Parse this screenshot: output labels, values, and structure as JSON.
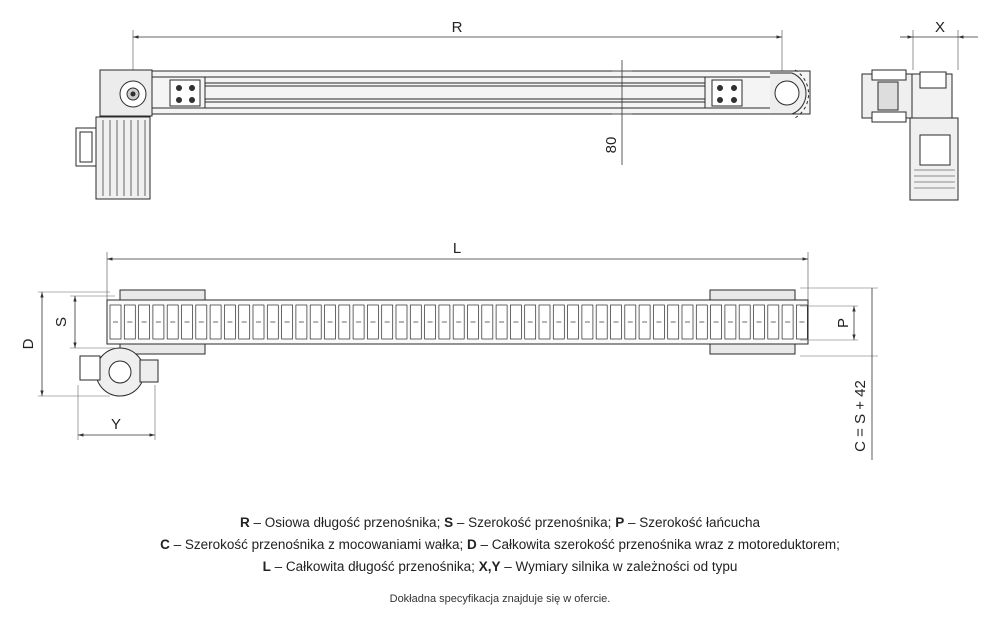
{
  "dimensions": {
    "R": "R",
    "X": "X",
    "height": "80",
    "L": "L",
    "D": "D",
    "S": "S",
    "P": "P",
    "Y": "Y",
    "C": "C = S + 42"
  },
  "legend": {
    "line1": [
      {
        "key": "R",
        "text": " – Osiowa długość przenośnika; "
      },
      {
        "key": "S",
        "text": " – Szerokość przenośnika; "
      },
      {
        "key": "P",
        "text": " – Szerokość łańcucha"
      }
    ],
    "line2": [
      {
        "key": "C",
        "text": " – Szerokość przenośnika z mocowaniami wałka; "
      },
      {
        "key": "D",
        "text": " – Całkowita szerokość przenośnika wraz z motoreduktorem;"
      }
    ],
    "line3": [
      {
        "key": "L",
        "text": " – Całkowita długość przenośnika; "
      },
      {
        "key": "X,Y",
        "text": " – Wymiary silnika w zależności od typu"
      }
    ]
  },
  "note": "Dokładna specyfikacja znajduje się  w ofercie.",
  "colors": {
    "line": "#2a2a2a",
    "dim": "#555555",
    "fill": "#e9e9e9",
    "dark": "#bdbdbd"
  }
}
